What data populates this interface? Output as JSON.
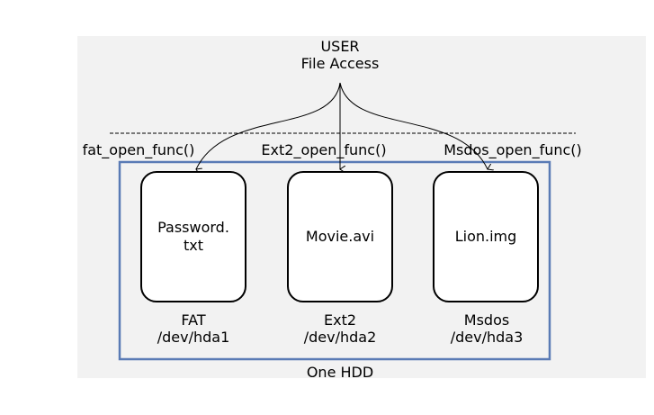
{
  "title": {
    "line1": "USER",
    "line2": "File Access"
  },
  "functions": [
    {
      "label": "fat_open_func()"
    },
    {
      "label": "Ext2_open_func()"
    },
    {
      "label": "Msdos_open_func()"
    }
  ],
  "partitions": [
    {
      "file": "Password.\ntxt",
      "fs": "FAT",
      "device": "/dev/hda1"
    },
    {
      "file": "Movie.avi",
      "fs": "Ext2",
      "device": "/dev/hda2"
    },
    {
      "file": "Lion.img",
      "fs": "Msdos",
      "device": "/dev/hda3"
    }
  ],
  "disk_label": "One HDD",
  "colors": {
    "disk_border": "#5a7bb5",
    "panel_bg": "#f2f2f2"
  }
}
